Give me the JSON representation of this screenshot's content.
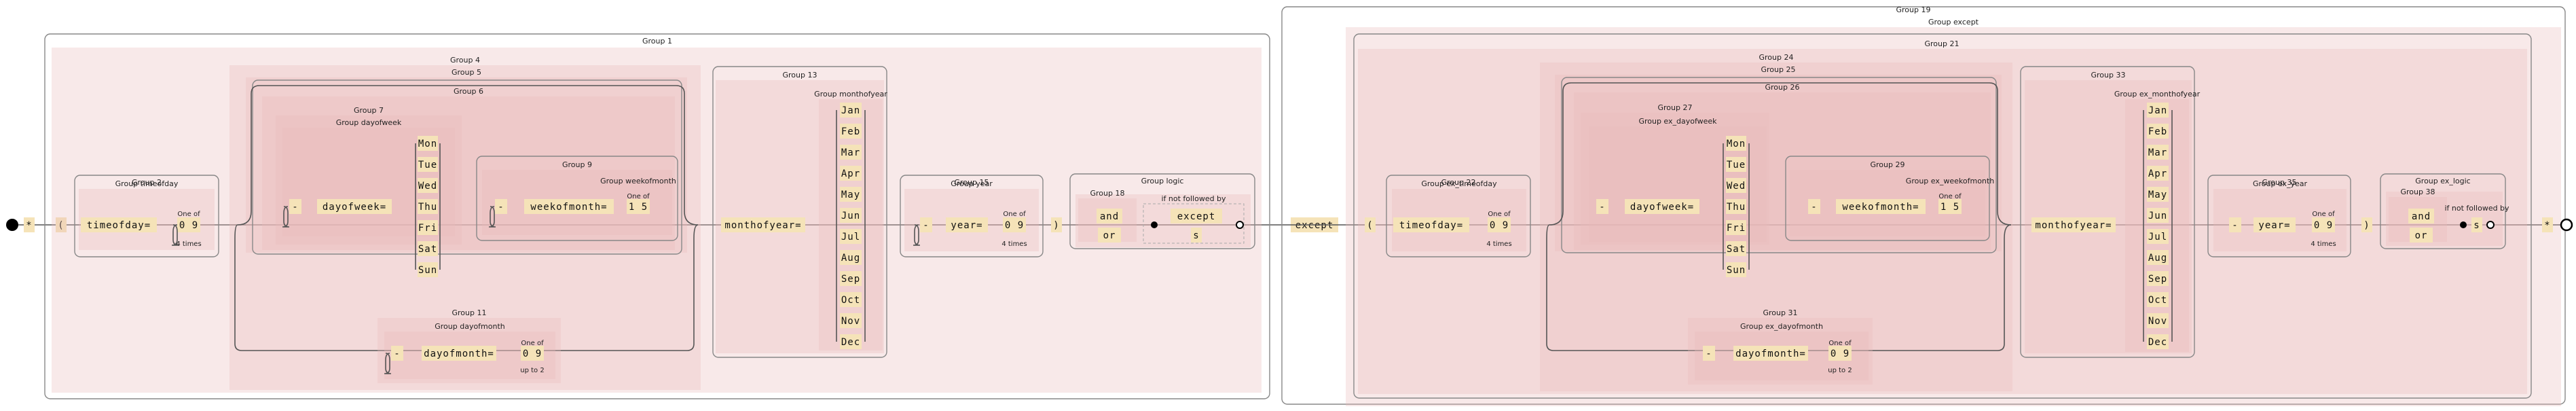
{
  "colors": {
    "literal_fill": "#f5e3b8",
    "group_fill": "#e9bcbc",
    "group_fill_alpha": 0.32,
    "box_stroke": "#888888",
    "line": "#555555",
    "dash": "#aaaaaa",
    "node": "#000000"
  },
  "diagram": {
    "labels": {
      "g1": "Group 1",
      "g2": "Group 2",
      "timeofday": "Group timeofday",
      "g4": "Group 4",
      "g5": "Group 5",
      "g6": "Group 6",
      "g7": "Group 7",
      "dayofweek": "Group dayofweek",
      "g9": "Group 9",
      "weekofmonth": "Group weekofmonth",
      "g11": "Group 11",
      "dayofmonth": "Group dayofmonth",
      "g13": "Group 13",
      "monthofyear": "Group monthofyear",
      "g15": "Group 15",
      "year": "Group year",
      "glogic": "Group logic",
      "g18": "Group 18",
      "nfb": "if not followed by",
      "g19": "Group 19",
      "except": "Group except",
      "g21": "Group 21",
      "g22": "Group 22",
      "ex_timeofday": "Group ex_timeofday",
      "g24": "Group 24",
      "g25": "Group 25",
      "g26": "Group 26",
      "g27": "Group 27",
      "ex_dayofweek": "Group ex_dayofweek",
      "g29": "Group 29",
      "ex_weekofmonth": "Group ex_weekofmonth",
      "g31": "Group 31",
      "ex_dayofmonth": "Group ex_dayofmonth",
      "g33": "Group 33",
      "ex_monthofyear": "Group ex_monthofyear",
      "g35": "Group 35",
      "ex_year": "Group ex_year",
      "ex_logic": "Group ex_logic",
      "g38": "Group 38",
      "nfb2": "if not followed by"
    },
    "literals": {
      "star": "*",
      "lparen": "(",
      "rparen": ")",
      "dash": "-",
      "s": "s",
      "timeofday": "timeofday=",
      "range09": "0 9",
      "range15": "1 5",
      "dayofweek": "dayofweek=",
      "weekofmonth": "weekofmonth=",
      "dayofmonth": "dayofmonth=",
      "monthofyear": "monthofyear=",
      "year": "year=",
      "and": "and",
      "or": "or",
      "except": "except"
    },
    "captions": {
      "one_of": "One of",
      "four_times": "4 times",
      "up_to_2": "up to 2"
    },
    "days": [
      "Mon",
      "Tue",
      "Wed",
      "Thu",
      "Fri",
      "Sat",
      "Sun"
    ],
    "months": [
      "Jan",
      "Feb",
      "Mar",
      "Apr",
      "May",
      "Jun",
      "Jul",
      "Aug",
      "Sep",
      "Oct",
      "Nov",
      "Dec"
    ]
  }
}
